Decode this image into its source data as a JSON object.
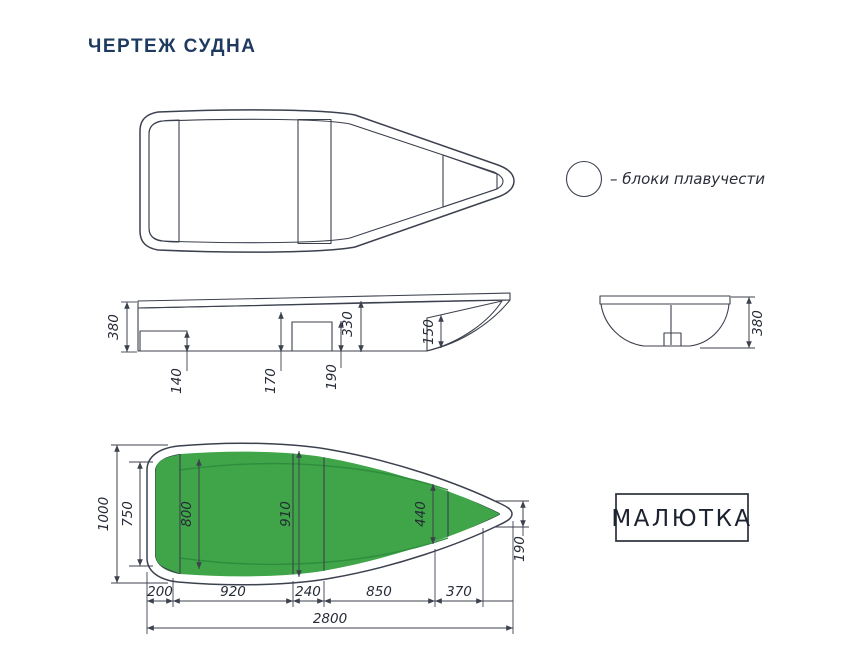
{
  "page": {
    "title": "ЧЕРТЕЖ СУДНА",
    "background": "#ffffff"
  },
  "legend": {
    "label": "– блоки плавучести"
  },
  "model_plate": {
    "name": "МАЛЮТКА"
  },
  "colors": {
    "line": "#3c414e",
    "dim_text": "#262b36",
    "title_text": "#1e3a5f",
    "hull_green": "#3fa548",
    "chine_green": "#2f8c3e",
    "buoyancy_cyan": "#4ac7e2",
    "gunwale_blue": "#5a6b9b",
    "paper": "#ffffff"
  },
  "dims": {
    "side": {
      "depth": "380",
      "stern_block_height": "140",
      "mid_left_height": "170",
      "mid_depth": "330",
      "mid_right_height": "190",
      "bow_block_height": "150"
    },
    "transom": {
      "depth": "380"
    },
    "plan": {
      "beam": "1000",
      "stern_inner_width": "750",
      "width_800": "800",
      "width_910": "910",
      "bow_block_width": "440",
      "tip_width": "190",
      "seg_200": "200",
      "seg_920": "920",
      "seg_240": "240",
      "seg_850": "850",
      "seg_370": "370",
      "overall_length": "2800"
    }
  }
}
